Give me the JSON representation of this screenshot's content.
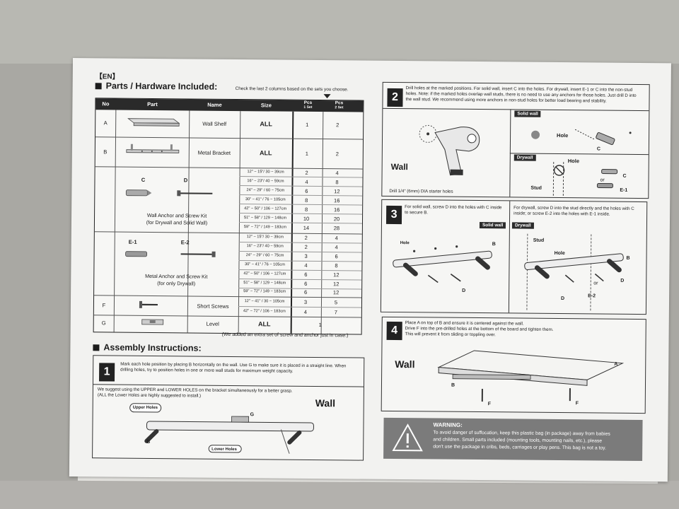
{
  "lang": "【EN】",
  "parts": {
    "title": "Parts / Hardware Included:",
    "note": "Check the last 2 columns based on the sets you choose.",
    "headers": {
      "no": "No",
      "part": "Part",
      "name": "Name",
      "size": "Size",
      "pcs1": "Pcs",
      "pcs1_sub": "1 Set",
      "pcs2": "Pcs",
      "pcs2_sub": "2 Set"
    },
    "rowA": {
      "no": "A",
      "name": "Wall Shelf",
      "size": "ALL",
      "p1": "1",
      "p2": "2"
    },
    "rowB": {
      "no": "B",
      "name": "Metal Bracket",
      "size": "ALL",
      "p1": "1",
      "p2": "2"
    },
    "kitCD": {
      "c": "C",
      "d": "D",
      "name": "Wall Anchor and Screw Kit",
      "sub": "(for Drywall and Solid Wall)",
      "sizes": [
        "12\" ~ 15\"/ 30 ~ 39cm",
        "16\" ~ 23\"/ 40 ~ 59cm",
        "24\" ~ 29\" / 60 ~ 75cm",
        "30\" ~ 41\" / 76 ~ 105cm",
        "42\" ~ 50\" / 106 ~ 127cm",
        "51\" ~ 58\" / 129 ~ 148cm",
        "59\" ~ 72\" / 149 ~ 183cm"
      ],
      "p1": [
        "2",
        "4",
        "6",
        "8",
        "8",
        "10",
        "14"
      ],
      "p2": [
        "4",
        "8",
        "12",
        "16",
        "16",
        "20",
        "28"
      ]
    },
    "kitE": {
      "e1": "E-1",
      "e2": "E-2",
      "name": "Metal Anchor and Screw Kit",
      "sub": "(for only Drywall)",
      "sizes": [
        "12\" ~ 15\"/ 30 ~ 39cm",
        "16\" ~ 23\"/ 40 ~ 59cm",
        "24\" ~ 29\" / 60 ~ 75cm",
        "30\" ~ 41\" / 76 ~ 105cm",
        "42\" ~ 50\" / 106 ~ 127cm",
        "51\" ~ 58\" / 129 ~ 148cm",
        "59\" ~ 72\" / 149 ~ 183cm"
      ],
      "p1": [
        "2",
        "2",
        "3",
        "4",
        "6",
        "6",
        "6"
      ],
      "p2": [
        "4",
        "4",
        "6",
        "8",
        "12",
        "12",
        "12"
      ]
    },
    "rowF": {
      "no": "F",
      "name": "Short Screws",
      "sizes": [
        "12\" ~ 41\" / 30 ~ 105cm",
        "42\" ~ 72\" / 106 ~ 183cm"
      ],
      "p1": [
        "3",
        "4"
      ],
      "p2": [
        "5",
        "7"
      ]
    },
    "rowG": {
      "no": "G",
      "name": "Level",
      "size": "ALL",
      "p": "1"
    },
    "footnote": "(We added an extra set of screw and anchor just in case.)"
  },
  "assembly": {
    "title": "Assembly Instructions:",
    "step1": {
      "num": "1",
      "text": "Mark each hole position by placing B horizontally on the wall. Use G to make sure it is placed in a straight line. When drilling holes, try to position holes in one or more wall studs for maximum weight capacity.",
      "note1": "We suggest using the UPPER and LOWER HOLES on the bracket simultaneously for a better grasp.",
      "note2": "(ALL the Lower Holes are highly suggested to install.)",
      "wall": "Wall",
      "upper": "Upper Holes",
      "lower": "Lower Holes",
      "g": "G",
      "b": "B"
    }
  },
  "step2": {
    "num": "2",
    "text": "Drill holes at the marked positions. For solid wall, insert C into the holes. For drywall, insert E-1 or C into the non-stud holes. Note: if the marked holes overlap wall studs, there is no need to use any anchors for those holes. Just drill D into the wall stud. We recommend using more anchors in non-stud holes for better load bearing and stability.",
    "wall": "Wall",
    "caption": "Drill 1/4\" (6mm) DIA starter holes",
    "solid": "Solid wall",
    "drywall": "Drywall",
    "hole": "Hole",
    "c": "C",
    "or": "or",
    "stud": "Stud",
    "e1": "E-1"
  },
  "step3": {
    "num": "3",
    "text_left": "For solid wall, screw D into the holes with C inside to secure B.",
    "text_right": "For drywall, screw D into the stud directly and the holes with C inside; or screw E-2 into the holes with E-1 inside.",
    "solid": "Solid wall",
    "drywall": "Drywall",
    "hole": "Hole",
    "b": "B",
    "d": "D",
    "stud": "Stud",
    "or": "or",
    "e2": "E-2"
  },
  "step4": {
    "num": "4",
    "line1": "Place A on top of B and ensure it is centered against the wall.",
    "line2": "Drive F into the pre-drilled holes at the bottom of the board and tighten them.",
    "line3": "This will prevent it from sliding or toppling over.",
    "wall": "Wall",
    "a": "A",
    "b": "B",
    "f": "F"
  },
  "warning": {
    "title": "WARNING:",
    "text1": "To avoid danger of suffocation, keep this plastic bag (in package) away from babies",
    "text2": "and children. Small parts included (mounting tools, mounting nails, etc.), please",
    "text3": "don't use the package in cribs, beds, carriages or play pens. This bag is not a toy."
  }
}
